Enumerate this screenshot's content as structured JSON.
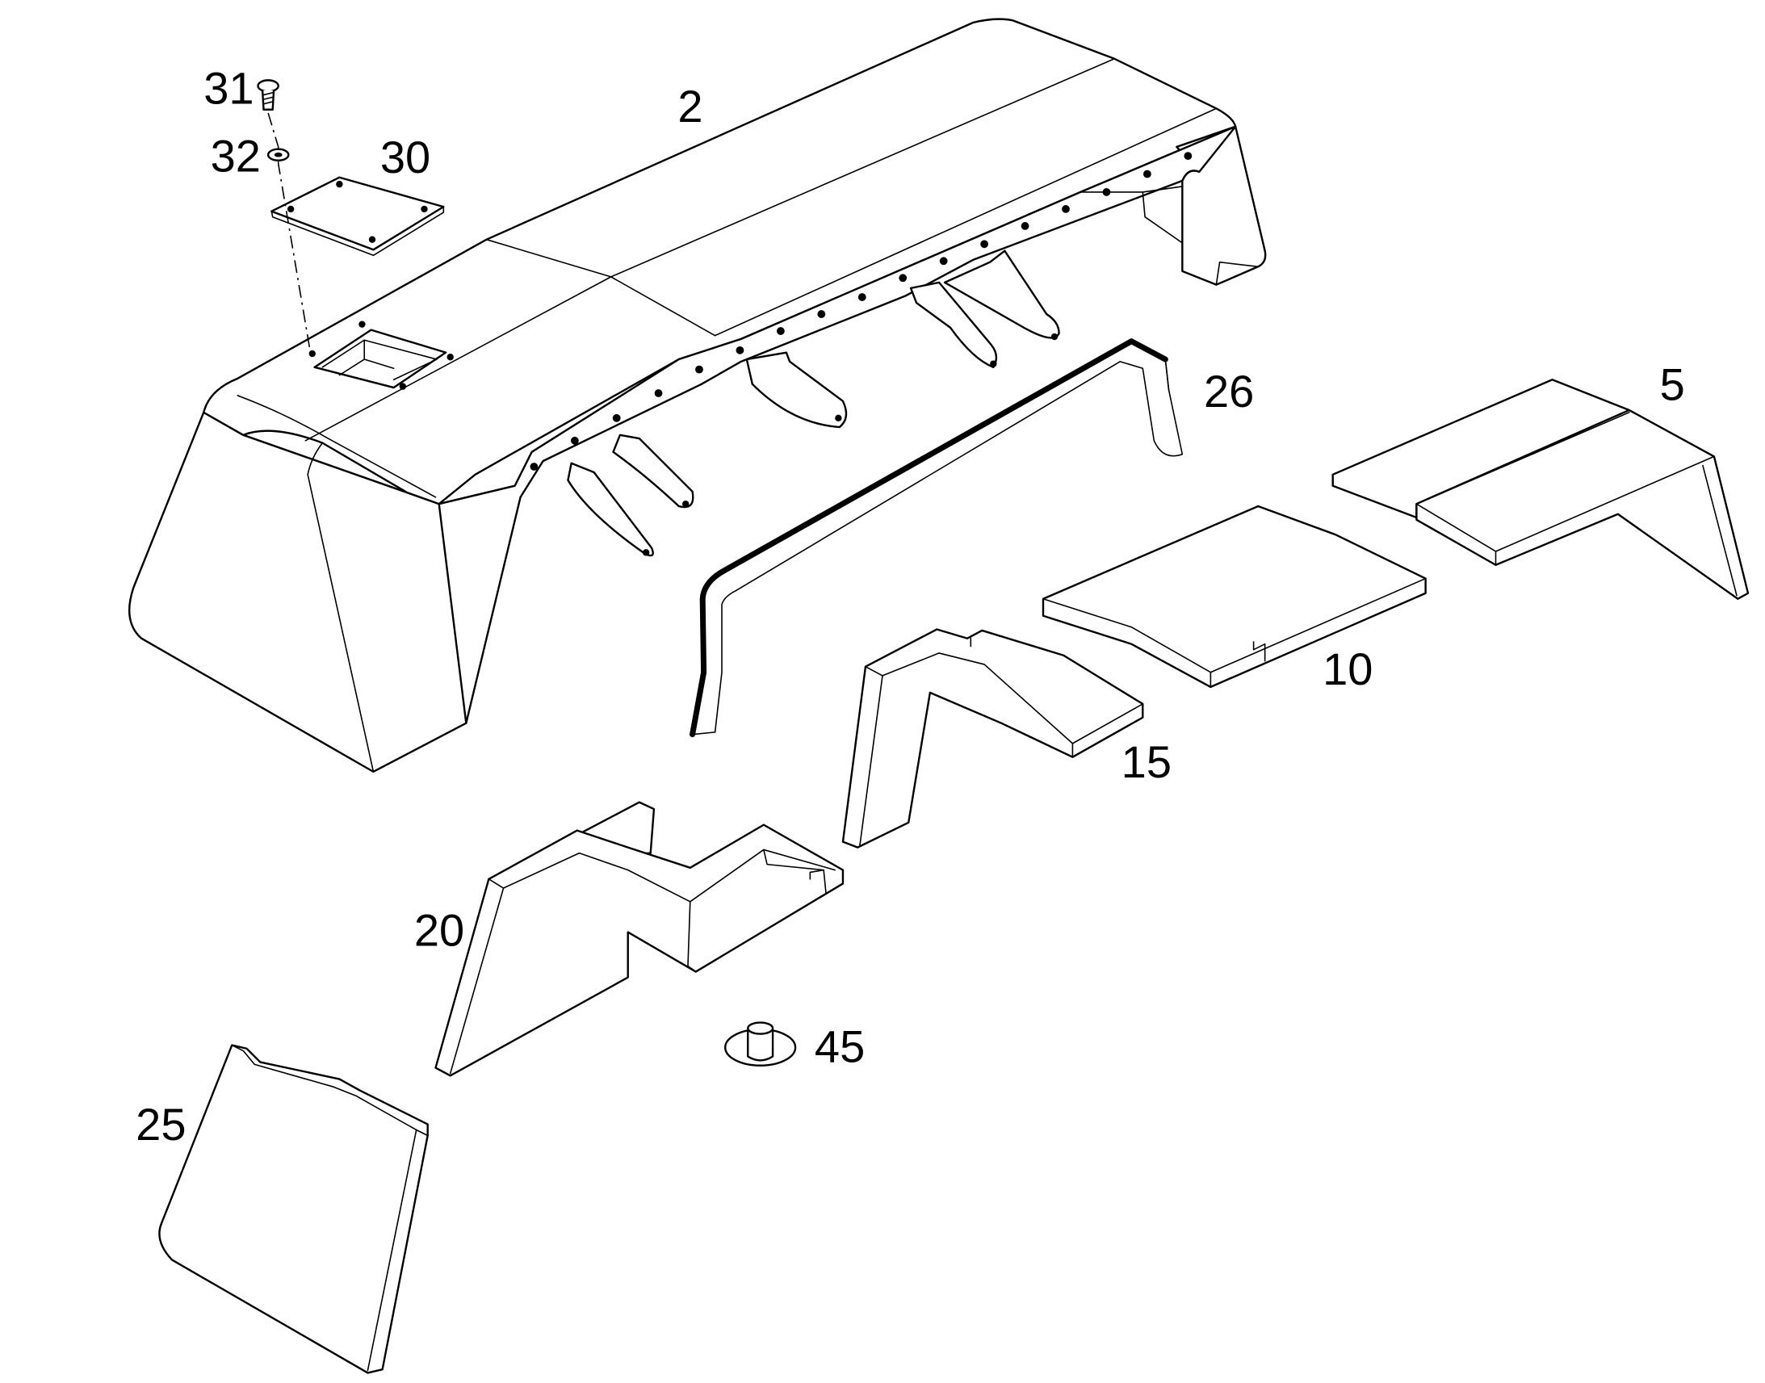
{
  "callouts": {
    "c2": "2",
    "c5": "5",
    "c10": "10",
    "c15": "15",
    "c20": "20",
    "c25": "25",
    "c26": "26",
    "c30": "30",
    "c31": "31",
    "c32": "32",
    "c45": "45"
  },
  "colors": {
    "line": "#000000",
    "background": "#ffffff"
  }
}
